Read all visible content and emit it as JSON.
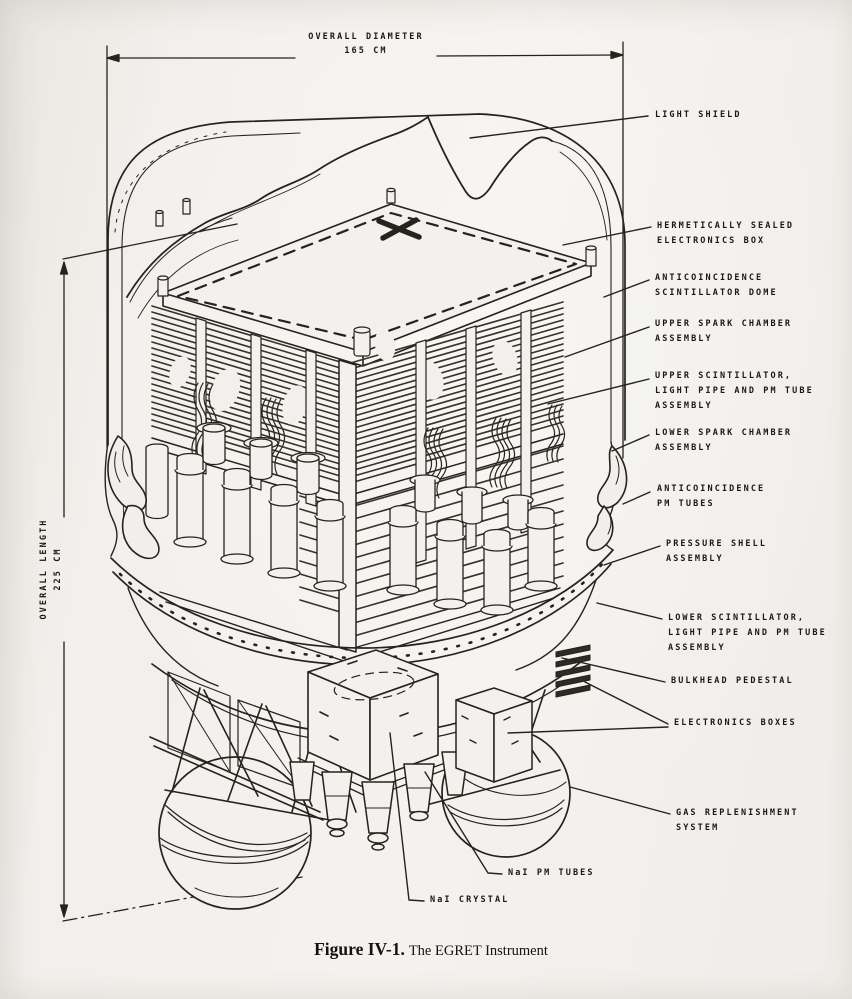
{
  "figure": {
    "caption_label": "Figure IV-1.",
    "caption_text": "The EGRET Instrument"
  },
  "dimensions": {
    "diameter": {
      "line1": "OVERALL DIAMETER",
      "line2": "165 CM"
    },
    "length": {
      "line1": "OVERALL LENGTH",
      "line2": "225 CM"
    }
  },
  "callouts": [
    {
      "id": "light-shield",
      "lines": [
        "LIGHT SHIELD"
      ]
    },
    {
      "id": "hermetically-sealed-electronics-box",
      "lines": [
        "HERMETICALLY SEALED",
        "ELECTRONICS BOX"
      ]
    },
    {
      "id": "anticoincidence-scintillator-dome",
      "lines": [
        "ANTICOINCIDENCE",
        "SCINTILLATOR DOME"
      ]
    },
    {
      "id": "upper-spark-chamber-assembly",
      "lines": [
        "UPPER SPARK CHAMBER",
        "ASSEMBLY"
      ]
    },
    {
      "id": "upper-scintillator-assembly",
      "lines": [
        "UPPER SCINTILLATOR,",
        "LIGHT PIPE AND PM TUBE",
        "ASSEMBLY"
      ]
    },
    {
      "id": "lower-spark-chamber-assembly",
      "lines": [
        "LOWER SPARK CHAMBER",
        "ASSEMBLY"
      ]
    },
    {
      "id": "anticoincidence-pm-tubes",
      "lines": [
        "ANTICOINCIDENCE",
        "PM TUBES"
      ]
    },
    {
      "id": "pressure-shell-assembly",
      "lines": [
        "PRESSURE SHELL",
        "ASSEMBLY"
      ]
    },
    {
      "id": "lower-scintillator-assembly",
      "lines": [
        "LOWER SCINTILLATOR,",
        "LIGHT PIPE AND PM TUBE",
        "ASSEMBLY"
      ]
    },
    {
      "id": "bulkhead-pedestal",
      "lines": [
        "BULKHEAD PEDESTAL"
      ]
    },
    {
      "id": "electronics-boxes",
      "lines": [
        "ELECTRONICS BOXES"
      ]
    },
    {
      "id": "gas-replenishment-system",
      "lines": [
        "GAS REPLENISHMENT",
        "SYSTEM"
      ]
    },
    {
      "id": "nai-pm-tubes",
      "lines": [
        "NaI PM TUBES"
      ]
    },
    {
      "id": "nai-crystal",
      "lines": [
        "NaI CRYSTAL"
      ]
    }
  ],
  "ink_color": "#26221d",
  "paper_color": "#f2f0ec"
}
